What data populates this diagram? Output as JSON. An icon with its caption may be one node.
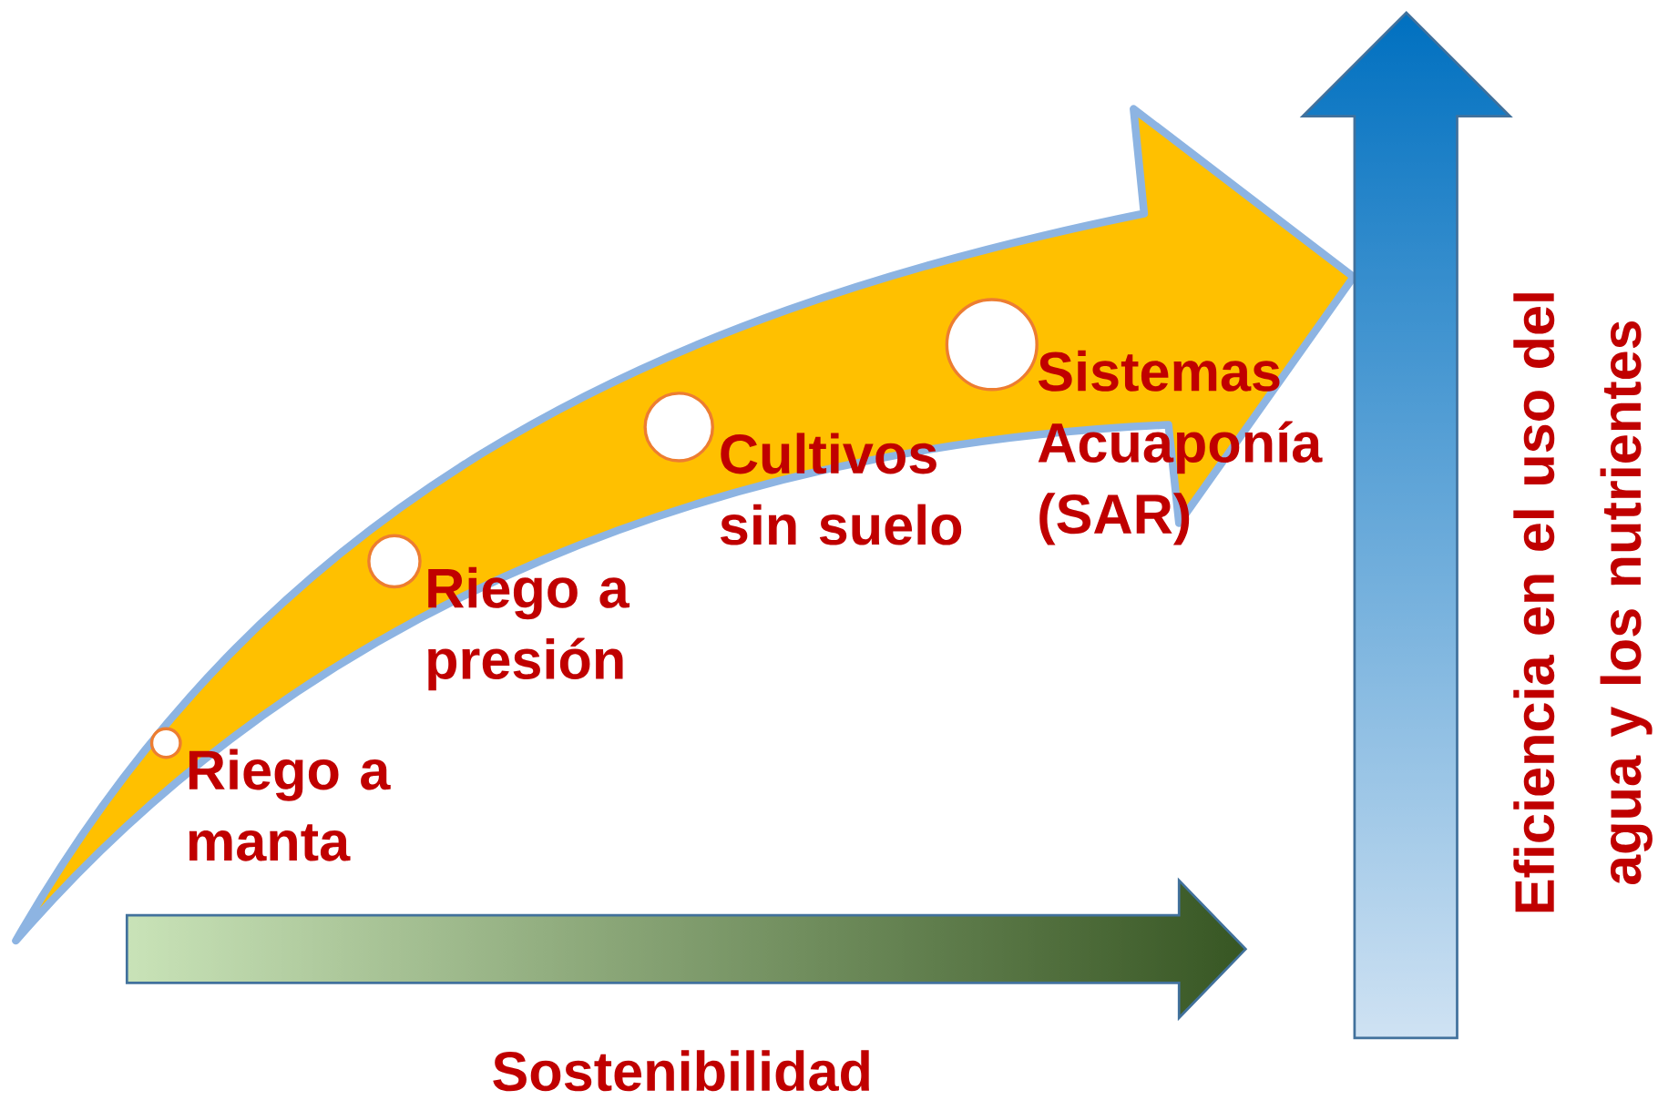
{
  "diagram": {
    "nodes": [
      {
        "text": [],
        "shape": "circle",
        "beside": [
          "Riego a manta"
        ]
      },
      {
        "text": [],
        "shape": "circle",
        "beside": [
          "Riego a presión"
        ]
      },
      {
        "text": [],
        "shape": "circle",
        "beside": [
          "Cultivos sin suelo"
        ]
      },
      {
        "text": [],
        "shape": "circle",
        "beside": [
          "Sistemas Acuaponía (SAR)"
        ]
      }
    ],
    "labels": [
      "Sostenibilidad",
      "Eficiencia en el uso del agua y los nutrientes"
    ]
  }
}
